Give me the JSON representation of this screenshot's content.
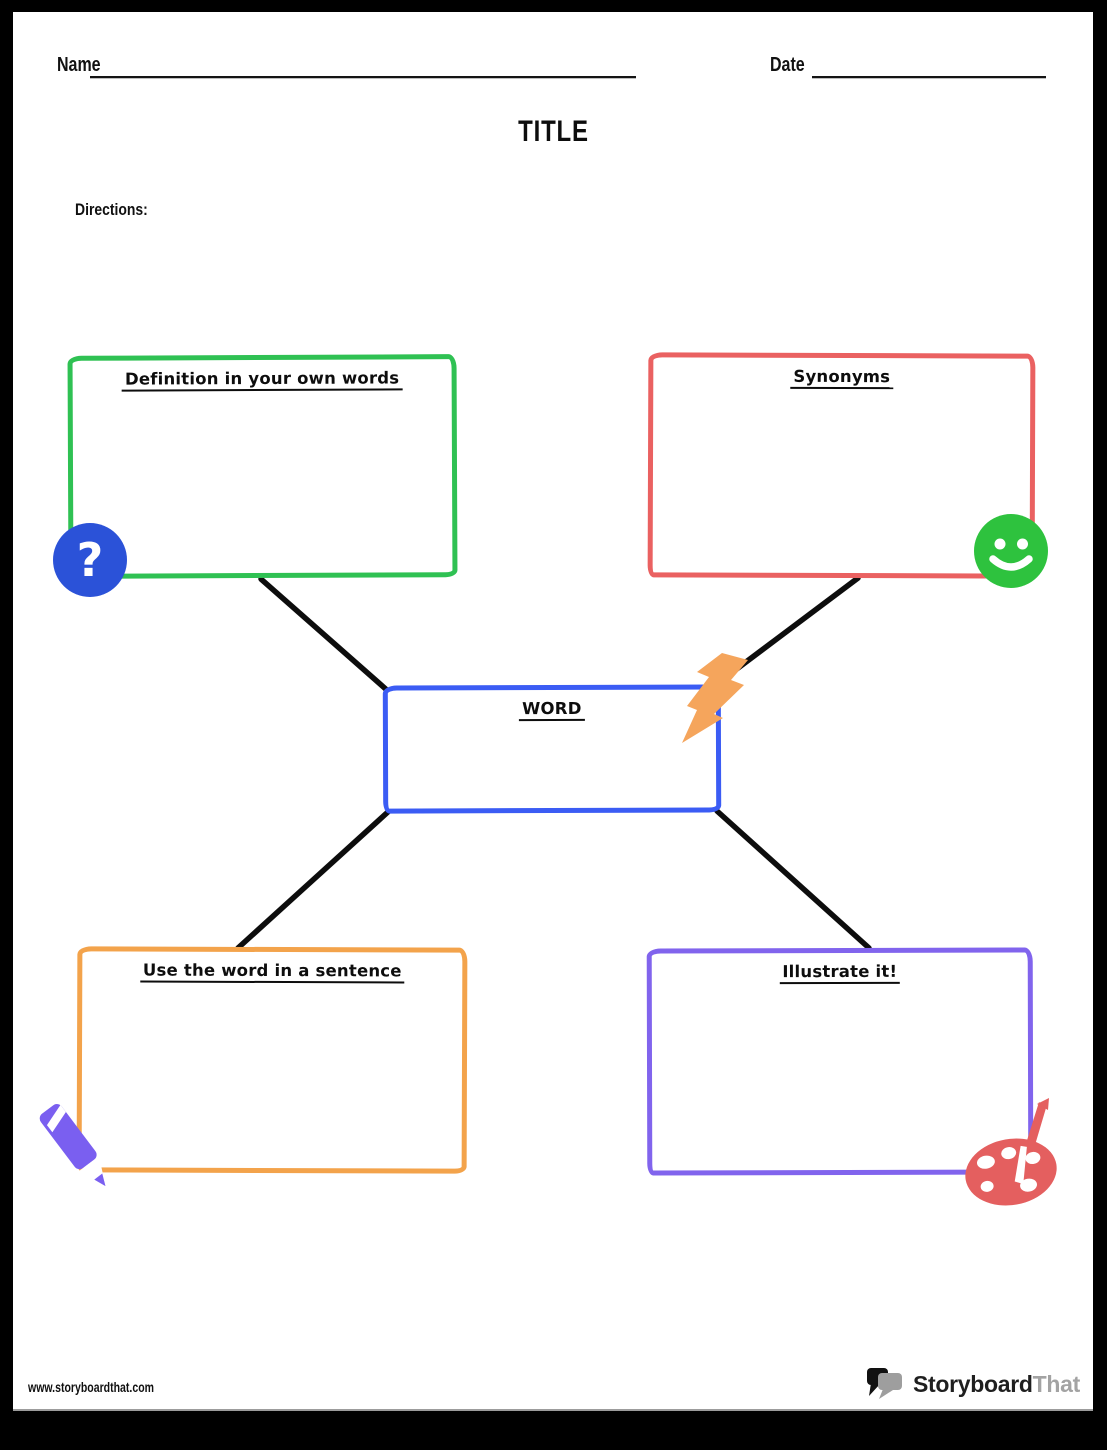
{
  "header": {
    "name_label": "Name",
    "date_label": "Date",
    "title": "TITLE",
    "directions_label": "Directions:"
  },
  "word_map": {
    "center": {
      "label": "WORD",
      "border_color": "#3b5cf4",
      "icon": "lightning-icon"
    },
    "definition": {
      "label": "Definition in your own words",
      "border_color": "#2fc153",
      "icon": "question-icon"
    },
    "synonyms": {
      "label": "Synonyms",
      "border_color": "#ea6161",
      "icon": "smiley-icon"
    },
    "sentence": {
      "label": "Use the word in a sentence",
      "border_color": "#f3a34b",
      "icon": "pencil-icon"
    },
    "illustrate": {
      "label": "Illustrate it!",
      "border_color": "#8164ed",
      "icon": "palette-icon"
    }
  },
  "icon_colors": {
    "question_badge": "#2b52d8",
    "smiley": "#2ec23e",
    "lightning": "#f5a55c",
    "pencil": "#7a5ff0",
    "palette": "#e45f5f"
  },
  "question_mark": "?",
  "footer": {
    "website": "www.storyboardthat.com",
    "brand_primary": "Storyboard",
    "brand_secondary": "That"
  }
}
